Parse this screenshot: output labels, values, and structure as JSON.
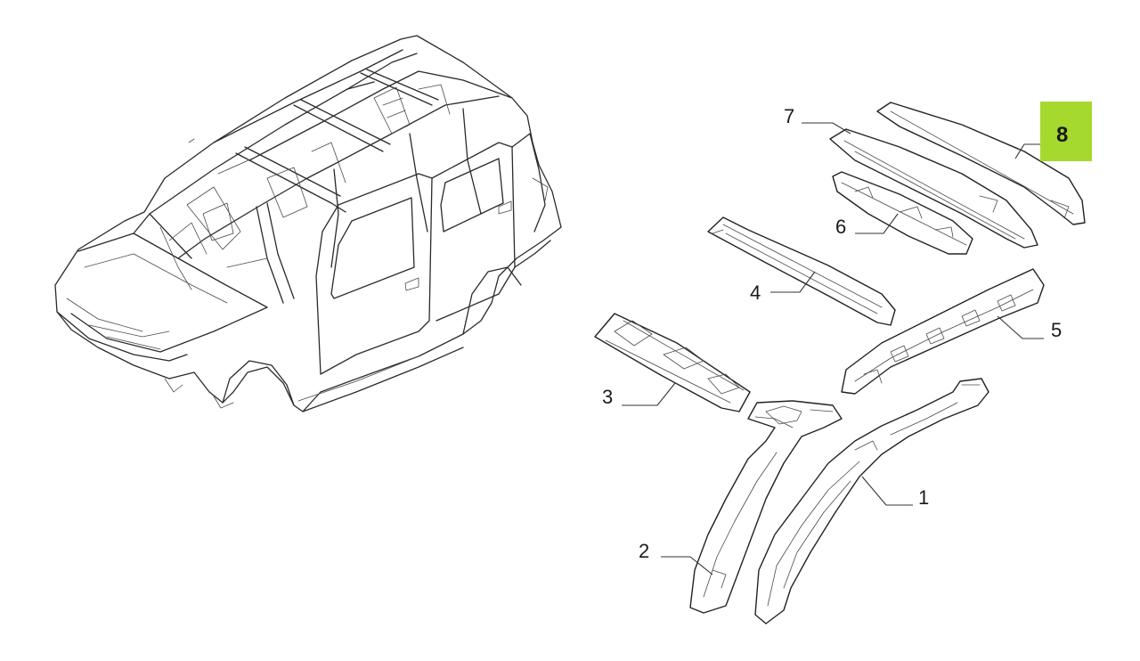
{
  "callouts": {
    "c1": "1",
    "c2": "2",
    "c3": "3",
    "c4": "4",
    "c5": "5",
    "c6": "6",
    "c7": "7",
    "c8": "8"
  },
  "highlight": {
    "item": "8",
    "color": "#a6d92e"
  },
  "icons": {
    "vehicle": "car-body-frame-icon"
  }
}
